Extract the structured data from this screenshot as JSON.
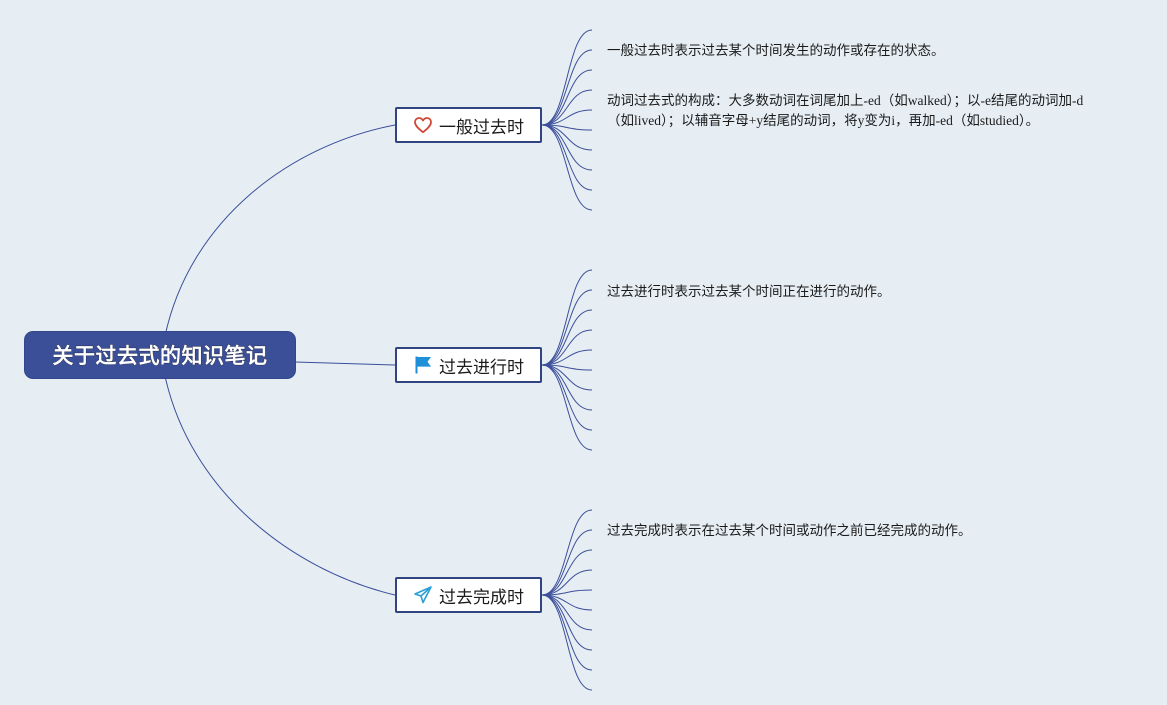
{
  "mindmap": {
    "root": {
      "label": "关于过去式的知识笔记"
    },
    "branches": [
      {
        "label": "一般过去时",
        "icon": "heart-icon",
        "icon_color": "#d0473a",
        "notes": [
          "一般过去时表示过去某个时间发生的动作或存在的状态。",
          "动词过去式的构成：大多数动词在词尾加上-ed（如walked）；以-e结尾的动词加-d（如lived）；以辅音字母+y结尾的动词，将y变为i，再加-ed（如studied）。"
        ]
      },
      {
        "label": "过去进行时",
        "icon": "flag-icon",
        "icon_color": "#1f8fd8",
        "notes": [
          "过去进行时表示过去某个时间正在进行的动作。"
        ]
      },
      {
        "label": "过去完成时",
        "icon": "paper-plane-icon",
        "icon_color": "#2a9fd6",
        "notes": [
          "过去完成时表示在过去某个时间或动作之前已经完成的动作。"
        ]
      }
    ]
  },
  "colors": {
    "background": "#e6eef4",
    "root_fill": "#3a4f98",
    "branch_border": "#2f4480",
    "connector": "#3b4f9a"
  }
}
